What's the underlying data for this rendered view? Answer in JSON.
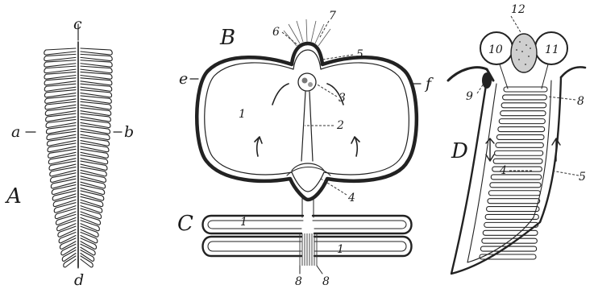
{
  "figure": {
    "panels": {
      "A": {
        "title": "A",
        "labels": {
          "a": "a",
          "b": "b",
          "c": "c",
          "d": "d"
        }
      },
      "B": {
        "title": "B",
        "labels": {
          "e": "e",
          "f": "f",
          "n1": "1",
          "n2": "2",
          "n3": "3",
          "n4": "4",
          "n5": "5",
          "n6": "6",
          "n7": "7"
        }
      },
      "C": {
        "title": "C",
        "labels": {
          "n1a": "1",
          "n1b": "1",
          "n8a": "8",
          "n8b": "8"
        }
      },
      "D": {
        "title": "D",
        "labels": {
          "n4": "4",
          "n5": "5",
          "n8": "8",
          "n9": "9",
          "n10": "10",
          "n11": "11",
          "n12": "12"
        }
      }
    }
  }
}
